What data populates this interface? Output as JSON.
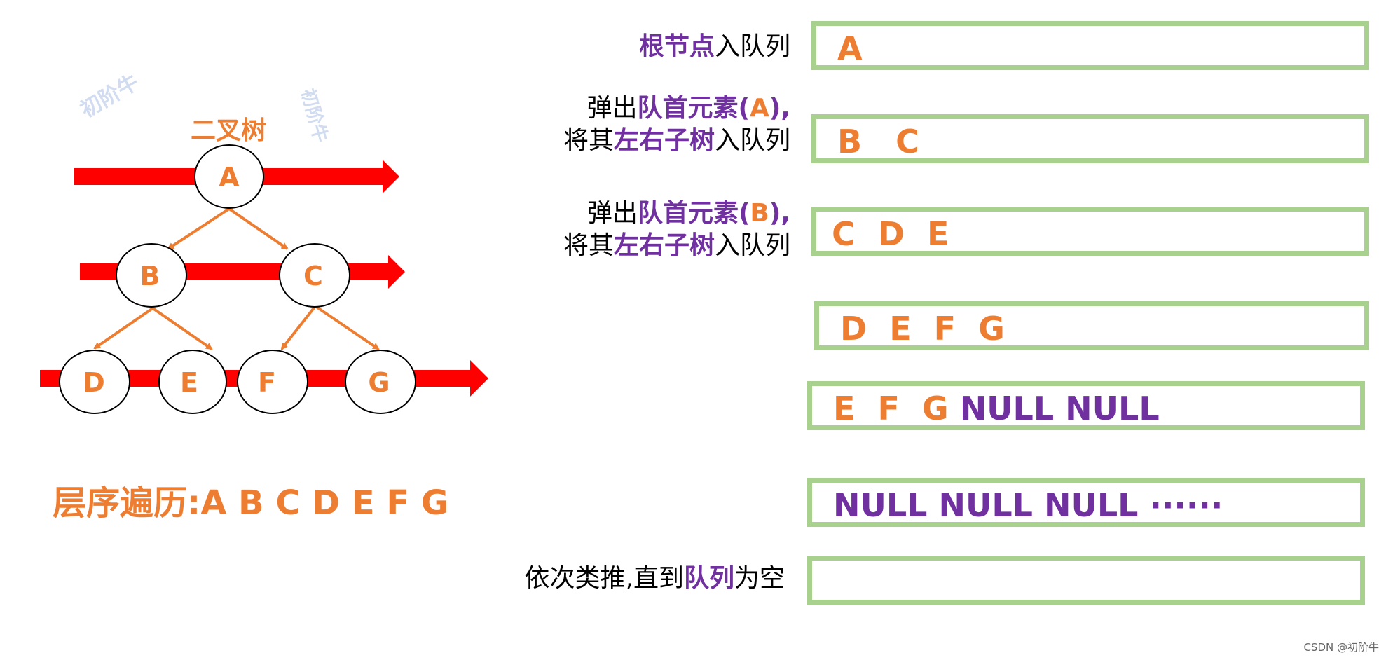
{
  "tree": {
    "title": "二叉树",
    "nodes": {
      "A": "A",
      "B": "B",
      "C": "C",
      "D": "D",
      "E": "E",
      "F": "F",
      "G": "G"
    },
    "traversal": "层序遍历:A B C D E F G",
    "watermark": "初阶牛"
  },
  "steps": [
    {
      "parts": [
        [
          "根节点",
          "purple"
        ],
        [
          "入队列",
          ""
        ]
      ]
    },
    {
      "parts": [
        [
          "弹出",
          ""
        ],
        [
          "队首元素(",
          "purple"
        ],
        [
          "A",
          "orange"
        ],
        [
          "),",
          "purple"
        ]
      ]
    },
    {
      "parts": [
        [
          "将其",
          ""
        ],
        [
          "左右子树",
          "purple"
        ],
        [
          "入队列",
          ""
        ]
      ]
    },
    {
      "parts": [
        [
          "弹出",
          ""
        ],
        [
          "队首元素(",
          "purple"
        ],
        [
          "B",
          "orange"
        ],
        [
          "),",
          "purple"
        ]
      ]
    },
    {
      "parts": [
        [
          "将其",
          ""
        ],
        [
          "左右子树",
          "purple"
        ],
        [
          "入队列",
          ""
        ]
      ]
    },
    {
      "parts": [
        [
          "依次类推,直到",
          ""
        ],
        [
          "队列",
          "purple"
        ],
        [
          "为空",
          ""
        ]
      ]
    }
  ],
  "queues": [
    {
      "segments": [
        [
          "A",
          "orange"
        ]
      ]
    },
    {
      "segments": [
        [
          "B   C",
          "orange"
        ]
      ]
    },
    {
      "segments": [
        [
          "C  D  E",
          "orange"
        ]
      ]
    },
    {
      "segments": [
        [
          "D  E  F  G",
          "orange"
        ]
      ]
    },
    {
      "segments": [
        [
          "E  F  G ",
          "orange"
        ],
        [
          "NULL NULL",
          "purple"
        ]
      ]
    },
    {
      "segments": [
        [
          "NULL NULL NULL ······",
          "purple"
        ]
      ]
    },
    {
      "segments": []
    }
  ],
  "colors": {
    "accent_orange": "#ed7d31",
    "accent_purple": "#7030a0",
    "arrow_red": "#ff0000",
    "queue_border": "#a9d18e"
  },
  "footer": "CSDN @初阶牛"
}
